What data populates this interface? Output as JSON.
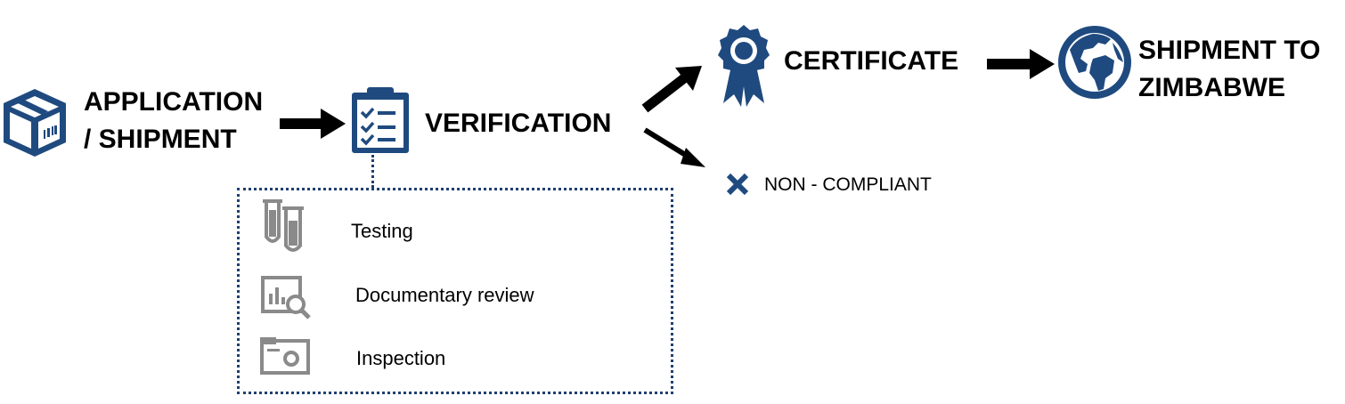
{
  "colors": {
    "navy": "#1f4a7f",
    "gray": "#8a8a8a",
    "black": "#000000"
  },
  "steps": {
    "application": {
      "line1": "APPLICATION",
      "line2": "/ SHIPMENT",
      "icon": "package-box-icon"
    },
    "verification": {
      "label": "VERIFICATION",
      "icon": "checklist-clipboard-icon"
    },
    "certificate": {
      "label": "CERTIFICATE",
      "icon": "award-ribbon-icon"
    },
    "shipment": {
      "line1": "SHIPMENT TO",
      "line2": "ZIMBABWE",
      "icon": "globe-icon"
    },
    "non_compliant": {
      "label": "NON - COMPLIANT",
      "icon": "x-mark-icon"
    }
  },
  "methods": [
    {
      "label": "Testing",
      "icon": "test-tubes-icon"
    },
    {
      "label": "Documentary review",
      "icon": "document-search-icon"
    },
    {
      "label": "Inspection",
      "icon": "camera-icon"
    }
  ]
}
